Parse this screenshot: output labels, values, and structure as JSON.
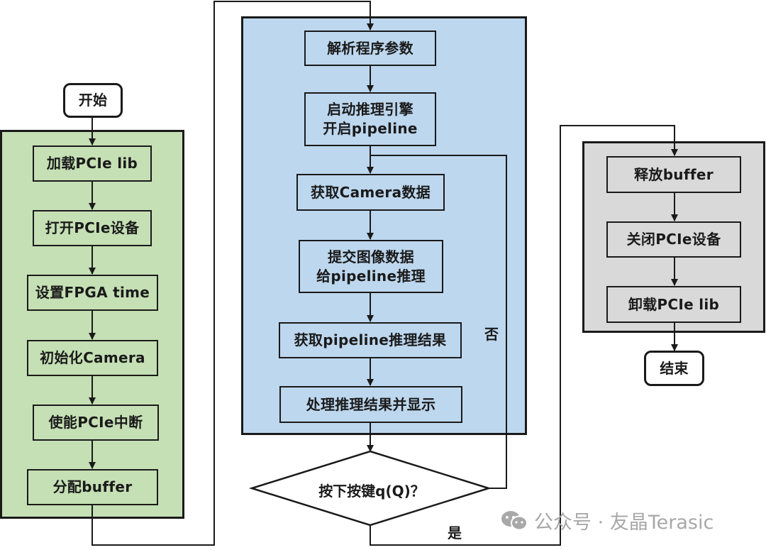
{
  "start": "开始",
  "end": "结束",
  "init_steps": [
    "加载PCIe lib",
    "打开PCIe设备",
    "设置FPGA time",
    "初始化Camera",
    "使能PCIe中断",
    "分配buffer"
  ],
  "main_steps": {
    "parse": "解析程序参数",
    "engine_line1": "启动推理引擎",
    "engine_line2": "开启pipeline",
    "camera": "获取Camera数据",
    "submit_line1": "提交图像数据",
    "submit_line2": "给pipeline推理",
    "result": "获取pipeline推理结果",
    "display": "处理推理结果并显示"
  },
  "decision": "按下按键q(Q)？",
  "branch_no": "否",
  "branch_yes": "是",
  "cleanup_steps": [
    "释放buffer",
    "关闭PCIe设备",
    "卸载PCIe lib"
  ],
  "watermark": "公众号 · 友晶Terasic",
  "colors": {
    "init_panel": "#c5e0b4",
    "main_panel": "#bdd7ee",
    "cleanup_panel": "#d9d9d9",
    "line": "#1a1a1a",
    "watermark": "#a8a8a8"
  }
}
